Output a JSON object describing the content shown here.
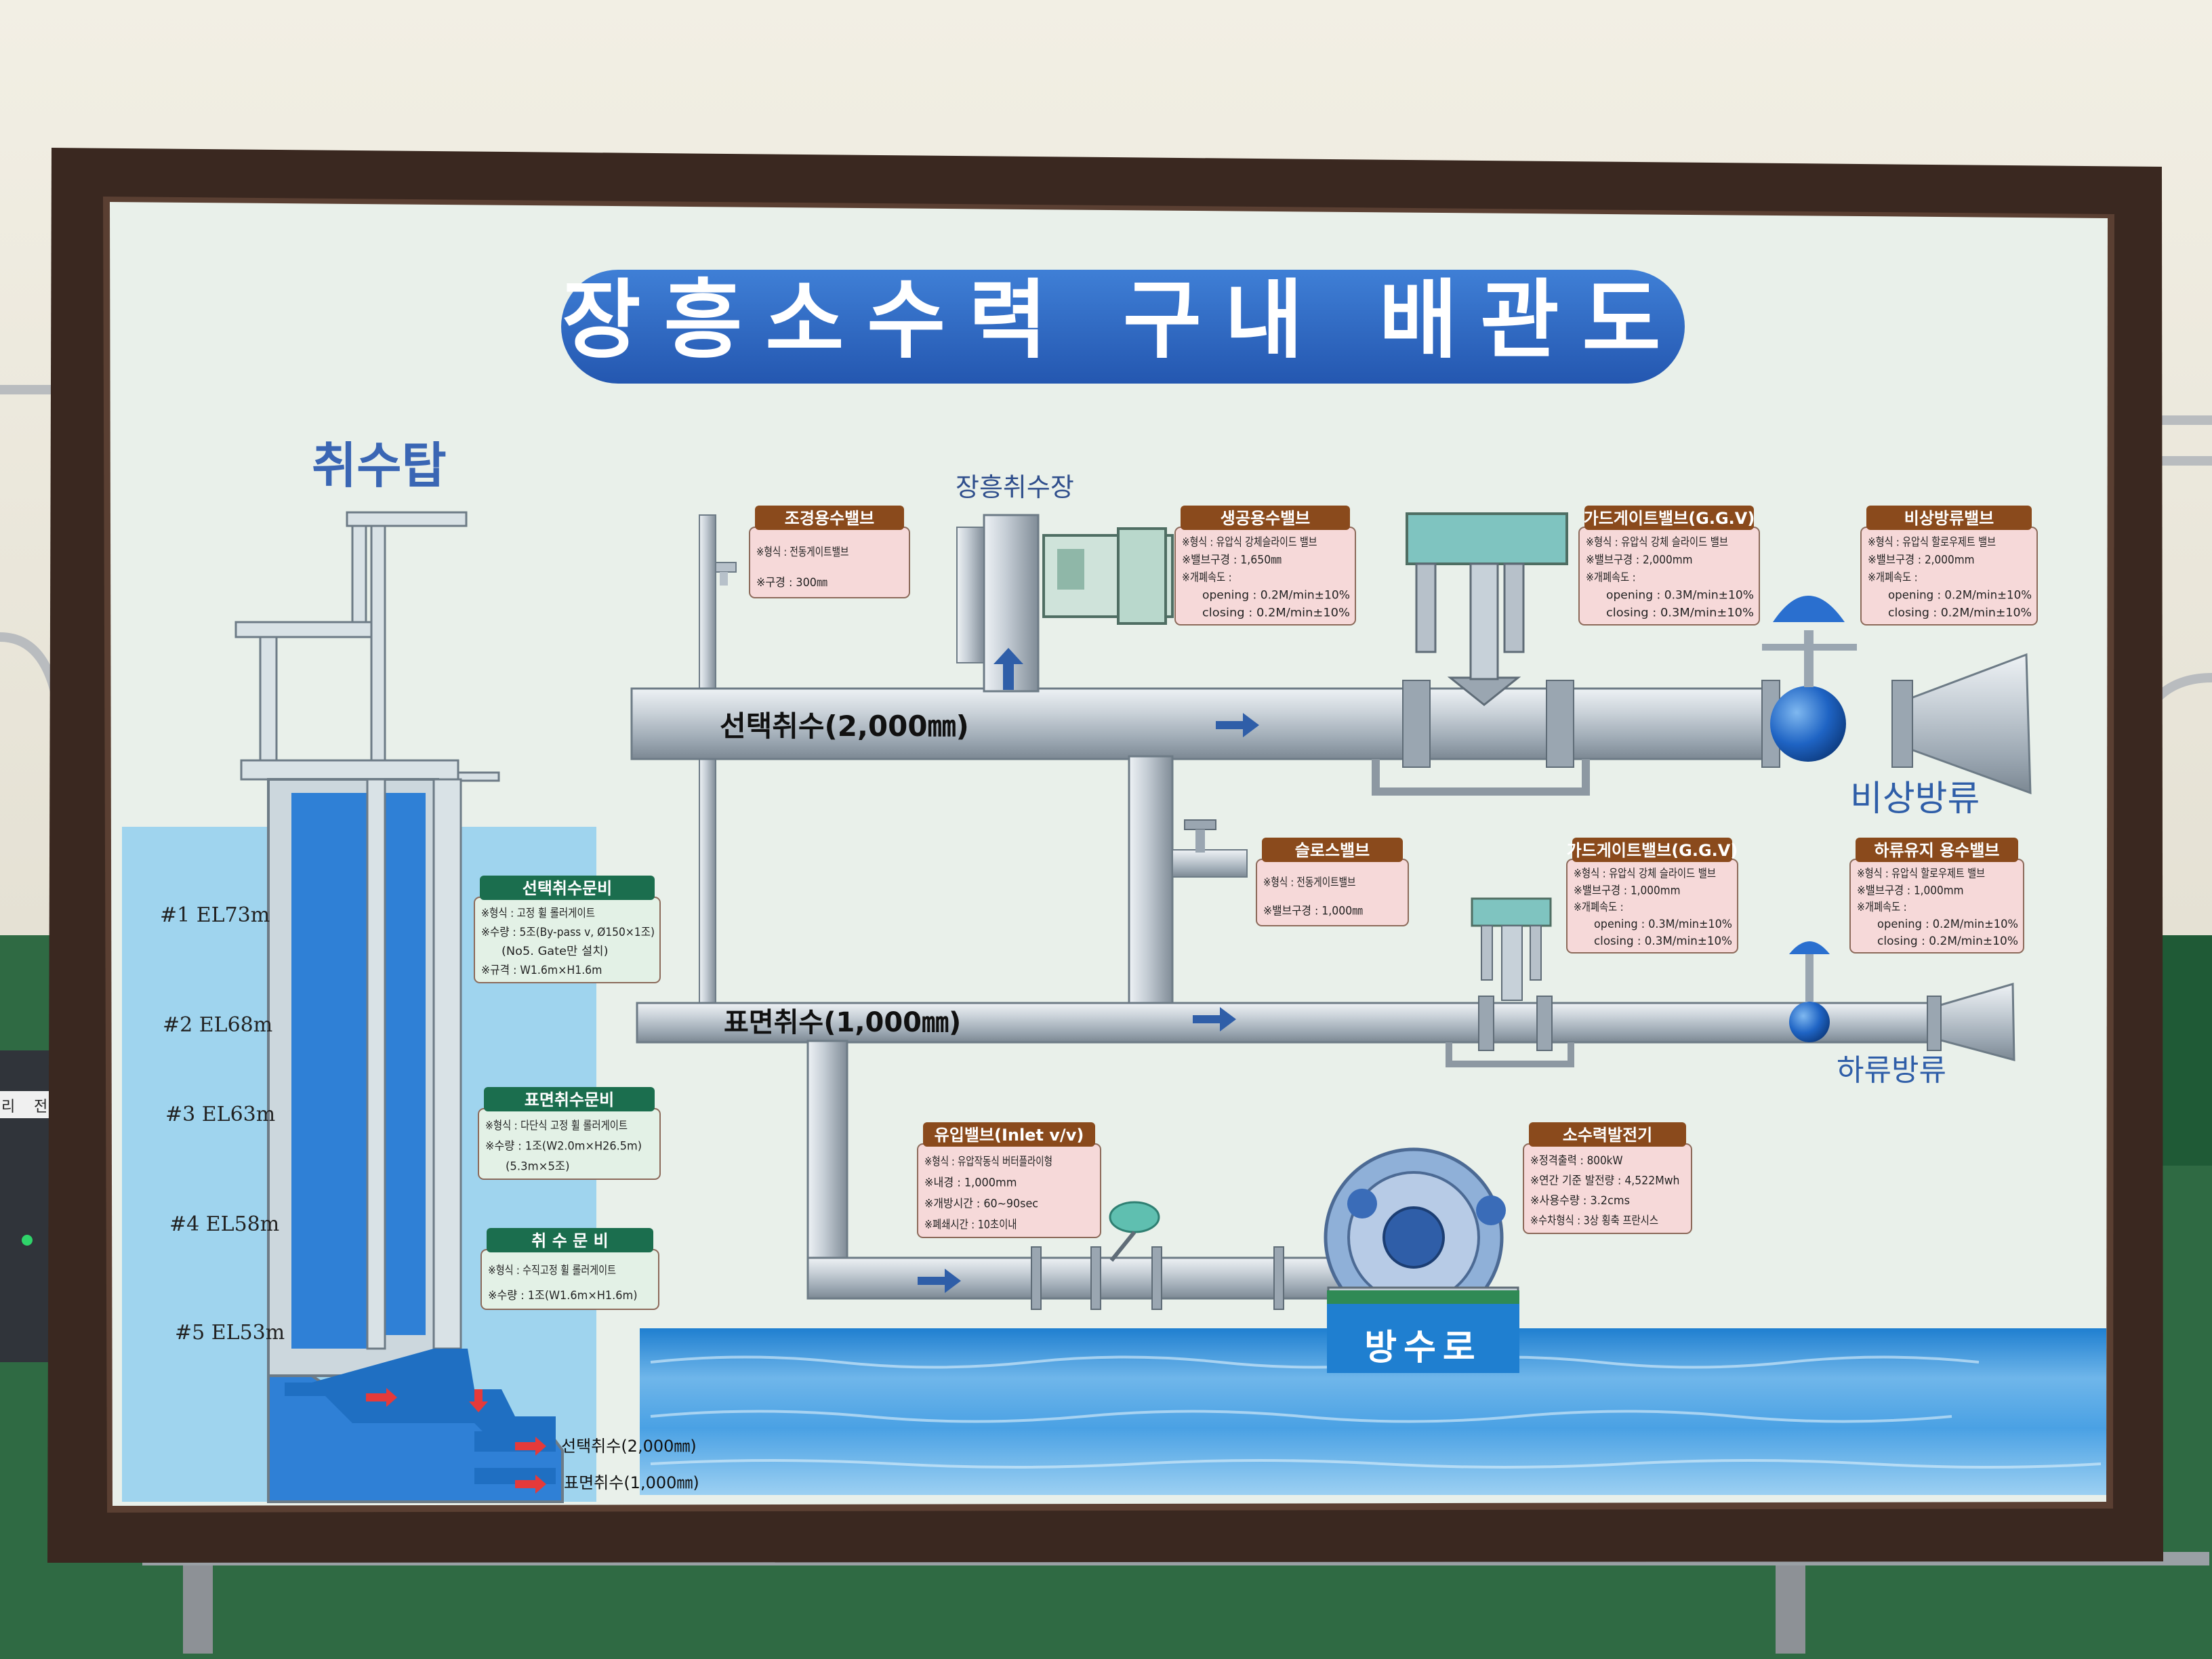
{
  "title": "장흥소수력 구내 배관도",
  "tower": {
    "title": "취수탑",
    "levels": [
      "#1 EL73m",
      "#2 EL68m",
      "#3 EL63m",
      "#4 EL58m",
      "#5 EL53m"
    ],
    "outlet_labels": [
      "선택취수(2,000㎜)",
      "표면취수(1,000㎜)"
    ]
  },
  "callouts": {
    "select_gate": {
      "title": "선택취수문비",
      "lines": [
        "※형식 : 고정 휠 롤러게이트",
        "※수량 : 5조(By-pass v, Ø150×1조)",
        "(No5. Gate만 설치)",
        "※규격 : W1.6m×H1.6m"
      ]
    },
    "surface_gate": {
      "title": "표면취수문비",
      "lines": [
        "※형식 : 다단식 고정 휠 롤러게이트",
        "※수량 : 1조(W2.0m×H26.5m)",
        "(5.3m×5조)"
      ]
    },
    "intake_gate": {
      "title": "취 수 문 비",
      "lines": [
        "※형식 : 수직고정 휠 롤러게이트",
        "※수량 : 1조(W1.6m×H1.6m)"
      ]
    },
    "landscape_valve": {
      "title": "조경용수밸브",
      "lines": [
        "※형식 : 전동게이트밸브",
        "※구경 : 300㎜"
      ]
    },
    "domestic_valve": {
      "title": "생공용수밸브",
      "lines": [
        "※형식 : 유압식 강체슬라이드 밸브",
        "※밸브구경 : 1,650㎜",
        "※개폐속도 :",
        "opening : 0.2M/min±10%",
        "closing : 0.2M/min±10%"
      ]
    },
    "guard_gate_1": {
      "title": "가드게이트밸브(G.G.V)",
      "lines": [
        "※형식 : 유압식 강체 슬라이드 밸브",
        "※밸브구경 : 2,000mm",
        "※개폐속도 :",
        "opening : 0.3M/min±10%",
        "closing : 0.3M/min±10%"
      ]
    },
    "emergency_valve": {
      "title": "비상방류밸브",
      "lines": [
        "※형식 : 유압식 할로우제트 밸브",
        "※밸브구경 : 2,000mm",
        "※개폐속도 :",
        "opening : 0.2M/min±10%",
        "closing : 0.2M/min±10%"
      ]
    },
    "sluice_valve": {
      "title": "슬로스밸브",
      "lines": [
        "※형식 : 전동게이트밸브",
        "※밸브구경 : 1,000㎜"
      ]
    },
    "guard_gate_2": {
      "title": "가드게이트밸브(G.G.V)",
      "lines": [
        "※형식 : 유압식 강체 슬라이드 밸브",
        "※밸브구경 : 1,000mm",
        "※개폐속도 :",
        "opening : 0.3M/min±10%",
        "closing : 0.3M/min±10%"
      ]
    },
    "downstream_valve": {
      "title": "하류유지 용수밸브",
      "lines": [
        "※형식 : 유압식 할로우제트 밸브",
        "※밸브구경 : 1,000mm",
        "※개폐속도 :",
        "opening : 0.2M/min±10%",
        "closing : 0.2M/min±10%"
      ]
    },
    "inlet_valve": {
      "title": "유입밸브(Inlet v/v)",
      "lines": [
        "※형식 : 유압작동식 버터플라이형",
        "※내경 : 1,000mm",
        "※개방시간 : 60~90sec",
        "※폐쇄시간 : 10초이내"
      ]
    },
    "generator": {
      "title": "소수력발전기",
      "lines": [
        "※정격출력 : 800kW",
        "※연간 기준 발전량 : 4,522Mwh",
        "※사용수량 : 3.2cms",
        "※수차형식 : 3상 횡축 프란시스"
      ]
    }
  },
  "labels": {
    "intake_station": "장흥취수장",
    "pipe_select": "선택취수(2,000㎜)",
    "pipe_surface": "표면취수(1,000㎜)",
    "emergency_discharge": "비상방류",
    "downstream_discharge": "하류방류",
    "tailrace": "방수로"
  },
  "background": {
    "panel_left": [
      "리",
      "전반"
    ]
  },
  "colors": {
    "title_bg": "#2f6cc4",
    "callout_title_bg": "#8a4a1c",
    "callout_body_bg": "#f6d9d9",
    "gate_title_bg": "#1b6e4e",
    "gate_body_bg": "#e3f1e6",
    "pipe": "#b7c1ca",
    "water": "#3a8fe0",
    "frame": "#3c2a22",
    "board": "#e9f0ea"
  }
}
